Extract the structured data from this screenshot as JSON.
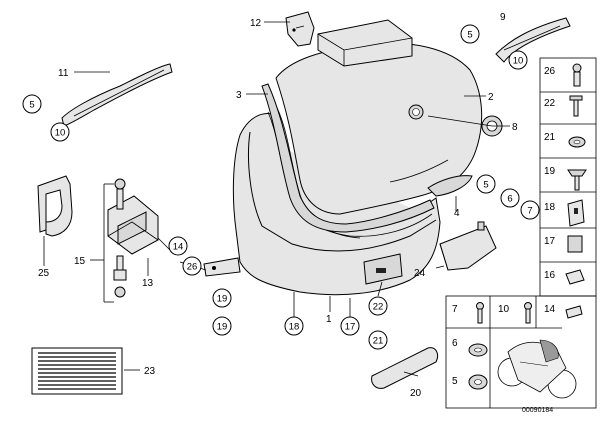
{
  "catalog_number": "00090184",
  "callouts": [
    "1",
    "2",
    "3",
    "4",
    "5",
    "6",
    "7",
    "8",
    "9",
    "10",
    "11",
    "12",
    "13",
    "14",
    "15",
    "16",
    "17",
    "18",
    "19",
    "20",
    "21",
    "22",
    "23",
    "24",
    "25",
    "26"
  ],
  "side_panel": {
    "rows": [
      "26",
      "22",
      "21",
      "19",
      "18",
      "17",
      "16",
      "14",
      "10",
      "7",
      "6",
      "5"
    ]
  }
}
